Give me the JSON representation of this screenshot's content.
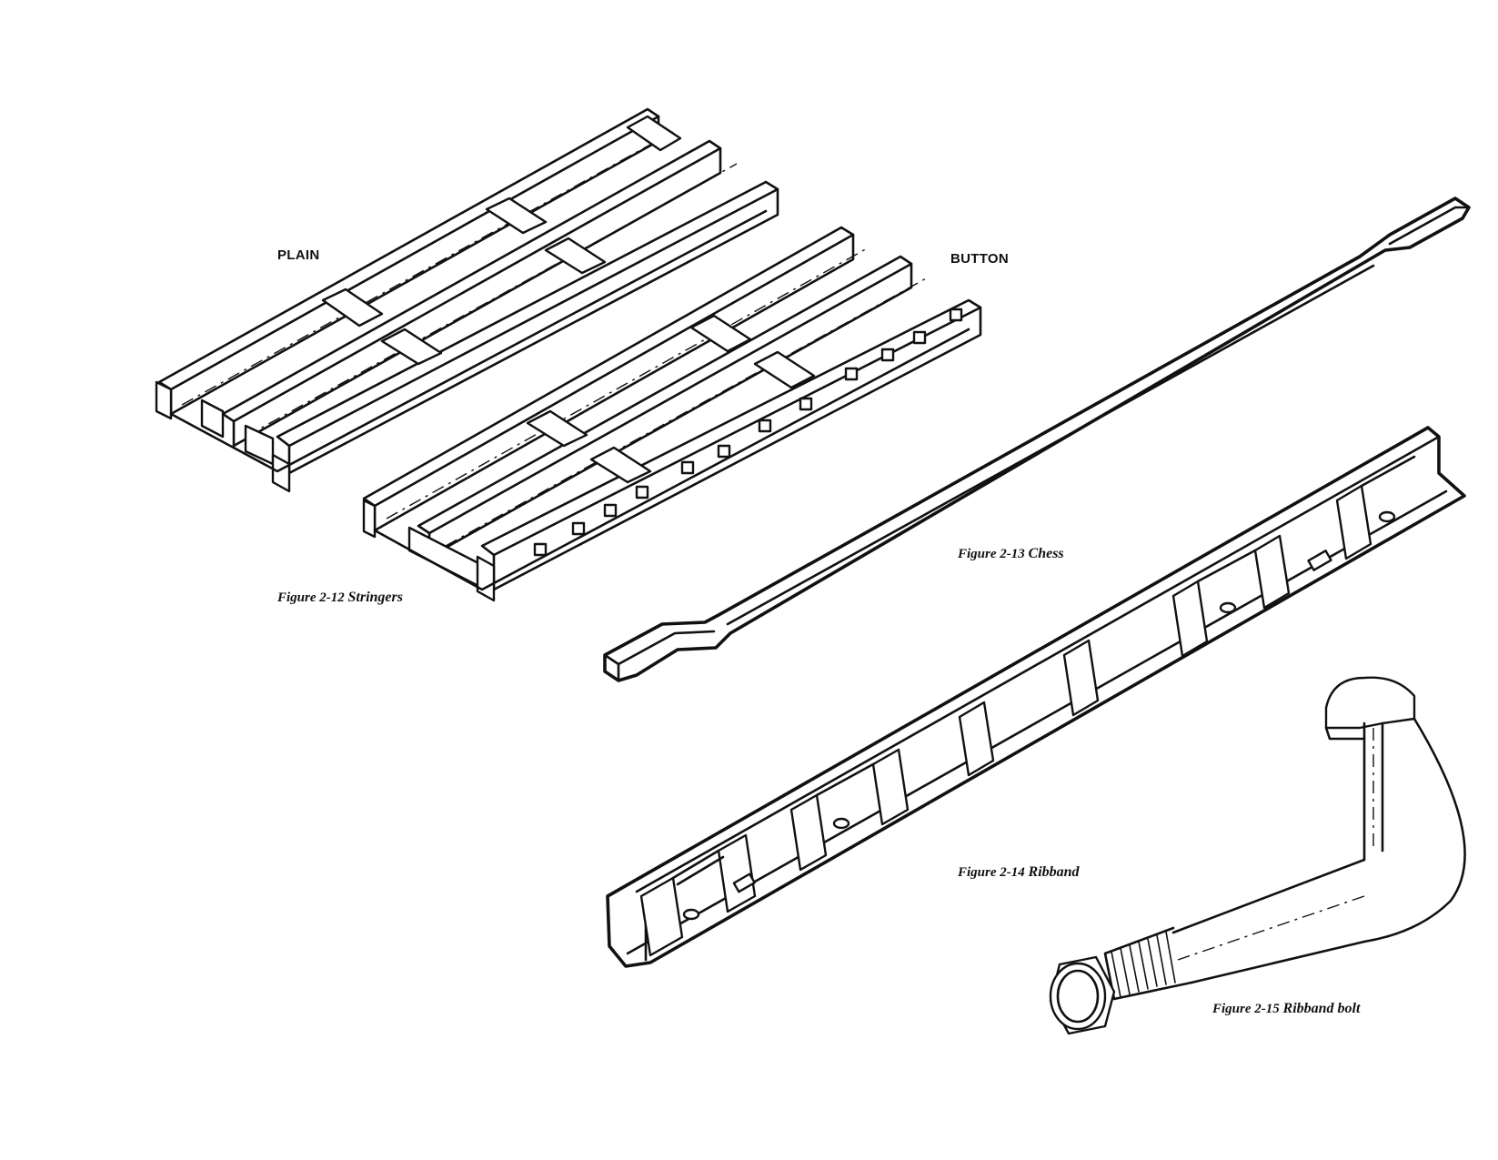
{
  "labels": {
    "plain": "PLAIN",
    "button": "BUTTON"
  },
  "captions": {
    "stringers": {
      "number": "Figure 2-12",
      "title": "Stringers"
    },
    "chess": {
      "number": "Figure 2-13",
      "title": "Chess"
    },
    "ribband": {
      "number": "Figure 2-14",
      "title": "Ribband"
    },
    "ribband_bolt": {
      "number": "Figure 2-15",
      "title": "Ribband bolt"
    }
  },
  "colors": {
    "ink": "#111111",
    "paper": "#ffffff"
  }
}
